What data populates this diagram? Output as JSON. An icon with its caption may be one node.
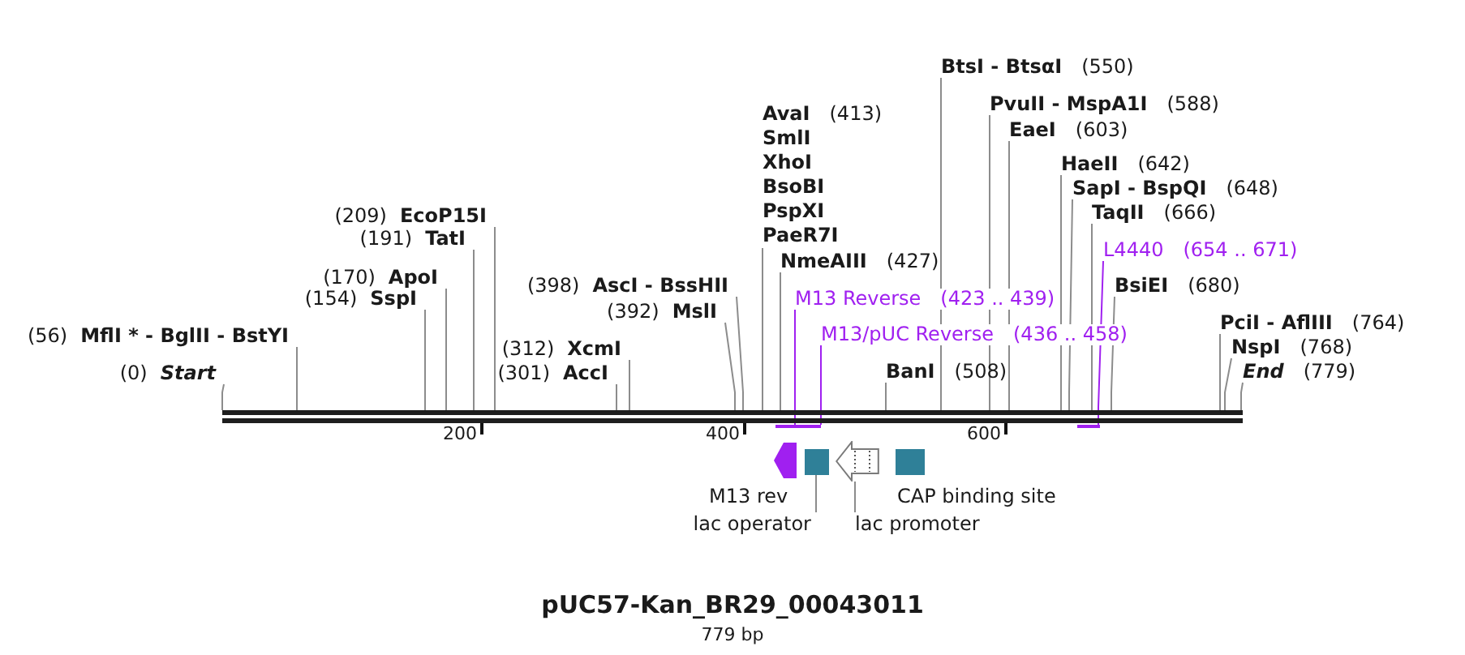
{
  "diagram": {
    "title": "pUC57-Kan_BR29_00043011",
    "caption": "779 bp",
    "nodes": [
      {
        "text": [
          "(0)",
          "Start"
        ]
      },
      {
        "text": [
          "(56)",
          "MflI * - BglII - BstYI"
        ]
      },
      {
        "text": [
          "(154)",
          "SspI"
        ]
      },
      {
        "text": [
          "(170)",
          "ApoI"
        ]
      },
      {
        "text": [
          "(191)",
          "TatI"
        ]
      },
      {
        "text": [
          "(209)",
          "EcoP15I"
        ]
      },
      {
        "text": [
          "(301)",
          "AccI"
        ]
      },
      {
        "text": [
          "(312)",
          "XcmI"
        ]
      },
      {
        "text": [
          "(392)",
          "MslI"
        ]
      },
      {
        "text": [
          "(398)",
          "AscI - BssHII"
        ]
      },
      {
        "text": [
          "AvaI",
          "(413)",
          "SmlI",
          "XhoI",
          "BsoBI",
          "PspXI",
          "PaeR7I"
        ]
      },
      {
        "text": [
          "NmeAIII",
          "(427)"
        ]
      },
      {
        "text": [
          "BanI",
          "(508)"
        ]
      },
      {
        "text": [
          "BtsI - BtsαI",
          "(550)"
        ]
      },
      {
        "text": [
          "PvuII - MspA1I",
          "(588)"
        ]
      },
      {
        "text": [
          "EaeI",
          "(603)"
        ]
      },
      {
        "text": [
          "HaeII",
          "(642)"
        ]
      },
      {
        "text": [
          "SapI - BspQI",
          "(648)"
        ]
      },
      {
        "text": [
          "TaqII",
          "(666)"
        ]
      },
      {
        "text": [
          "L4440",
          "(654 .. 671)"
        ]
      },
      {
        "text": [
          "BsiEI",
          "(680)"
        ]
      },
      {
        "text": [
          "PciI - AflIII",
          "(764)"
        ]
      },
      {
        "text": [
          "NspI",
          "(768)"
        ]
      },
      {
        "text": [
          "End",
          "(779)"
        ]
      },
      {
        "text": [
          "M13 Reverse",
          "(423 .. 439)"
        ]
      },
      {
        "text": [
          "M13/pUC Reverse",
          "(436 .. 458)"
        ]
      },
      {
        "text": [],
        "shape": "bar"
      },
      {
        "text": [],
        "shape": "bar"
      },
      {
        "text": [],
        "shape": "bar"
      },
      {
        "text": [],
        "shape": "bar"
      },
      {
        "text": [
          "M13 rev"
        ]
      },
      {
        "text": [
          "lac operator"
        ]
      },
      {
        "text": [],
        "shape": "box"
      },
      {
        "text": [
          "lac promoter"
        ]
      },
      {
        "text": [],
        "shape": "arrow"
      },
      {
        "text": [
          "CAP binding site"
        ]
      }
    ],
    "edges": [
      {
        "from": 0,
        "to": 26,
        "arrow": "none"
      },
      {
        "from": 1,
        "to": 26,
        "arrow": "none"
      },
      {
        "from": 2,
        "to": 26,
        "arrow": "none"
      },
      {
        "from": 3,
        "to": 26,
        "arrow": "none"
      },
      {
        "from": 4,
        "to": 26,
        "arrow": "none"
      },
      {
        "from": 5,
        "to": 26,
        "arrow": "none"
      },
      {
        "from": 6,
        "to": 26,
        "arrow": "none"
      },
      {
        "from": 7,
        "to": 26,
        "arrow": "none"
      },
      {
        "from": 8,
        "to": 26,
        "arrow": "none"
      },
      {
        "from": 9,
        "to": 26,
        "arrow": "none"
      },
      {
        "from": 10,
        "to": 26,
        "arrow": "none"
      },
      {
        "from": 11,
        "to": 26,
        "arrow": "none"
      },
      {
        "from": 12,
        "to": 26,
        "arrow": "none"
      },
      {
        "from": 13,
        "to": 26,
        "arrow": "none"
      },
      {
        "from": 14,
        "to": 26,
        "arrow": "none"
      },
      {
        "from": 15,
        "to": 26,
        "arrow": "none"
      },
      {
        "from": 16,
        "to": 26,
        "arrow": "none"
      },
      {
        "from": 17,
        "to": 26,
        "arrow": "none"
      },
      {
        "from": 18,
        "to": 26,
        "arrow": "none"
      },
      {
        "from": 19,
        "to": 29,
        "arrow": "none",
        "color": "#a020f0"
      },
      {
        "from": 20,
        "to": 26,
        "arrow": "none"
      },
      {
        "from": 21,
        "to": 26,
        "arrow": "none"
      },
      {
        "from": 22,
        "to": 26,
        "arrow": "none"
      },
      {
        "from": 23,
        "to": 26,
        "arrow": "none"
      },
      {
        "from": 24,
        "to": 27,
        "arrow": "none",
        "color": "#a020f0"
      },
      {
        "from": 25,
        "to": 28,
        "arrow": "none",
        "color": "#a020f0"
      },
      {
        "from": 31,
        "to": 32,
        "arrow": "none"
      },
      {
        "from": 33,
        "to": 34,
        "arrow": "none"
      }
    ],
    "labels": [
      "200",
      "400",
      "600"
    ]
  }
}
